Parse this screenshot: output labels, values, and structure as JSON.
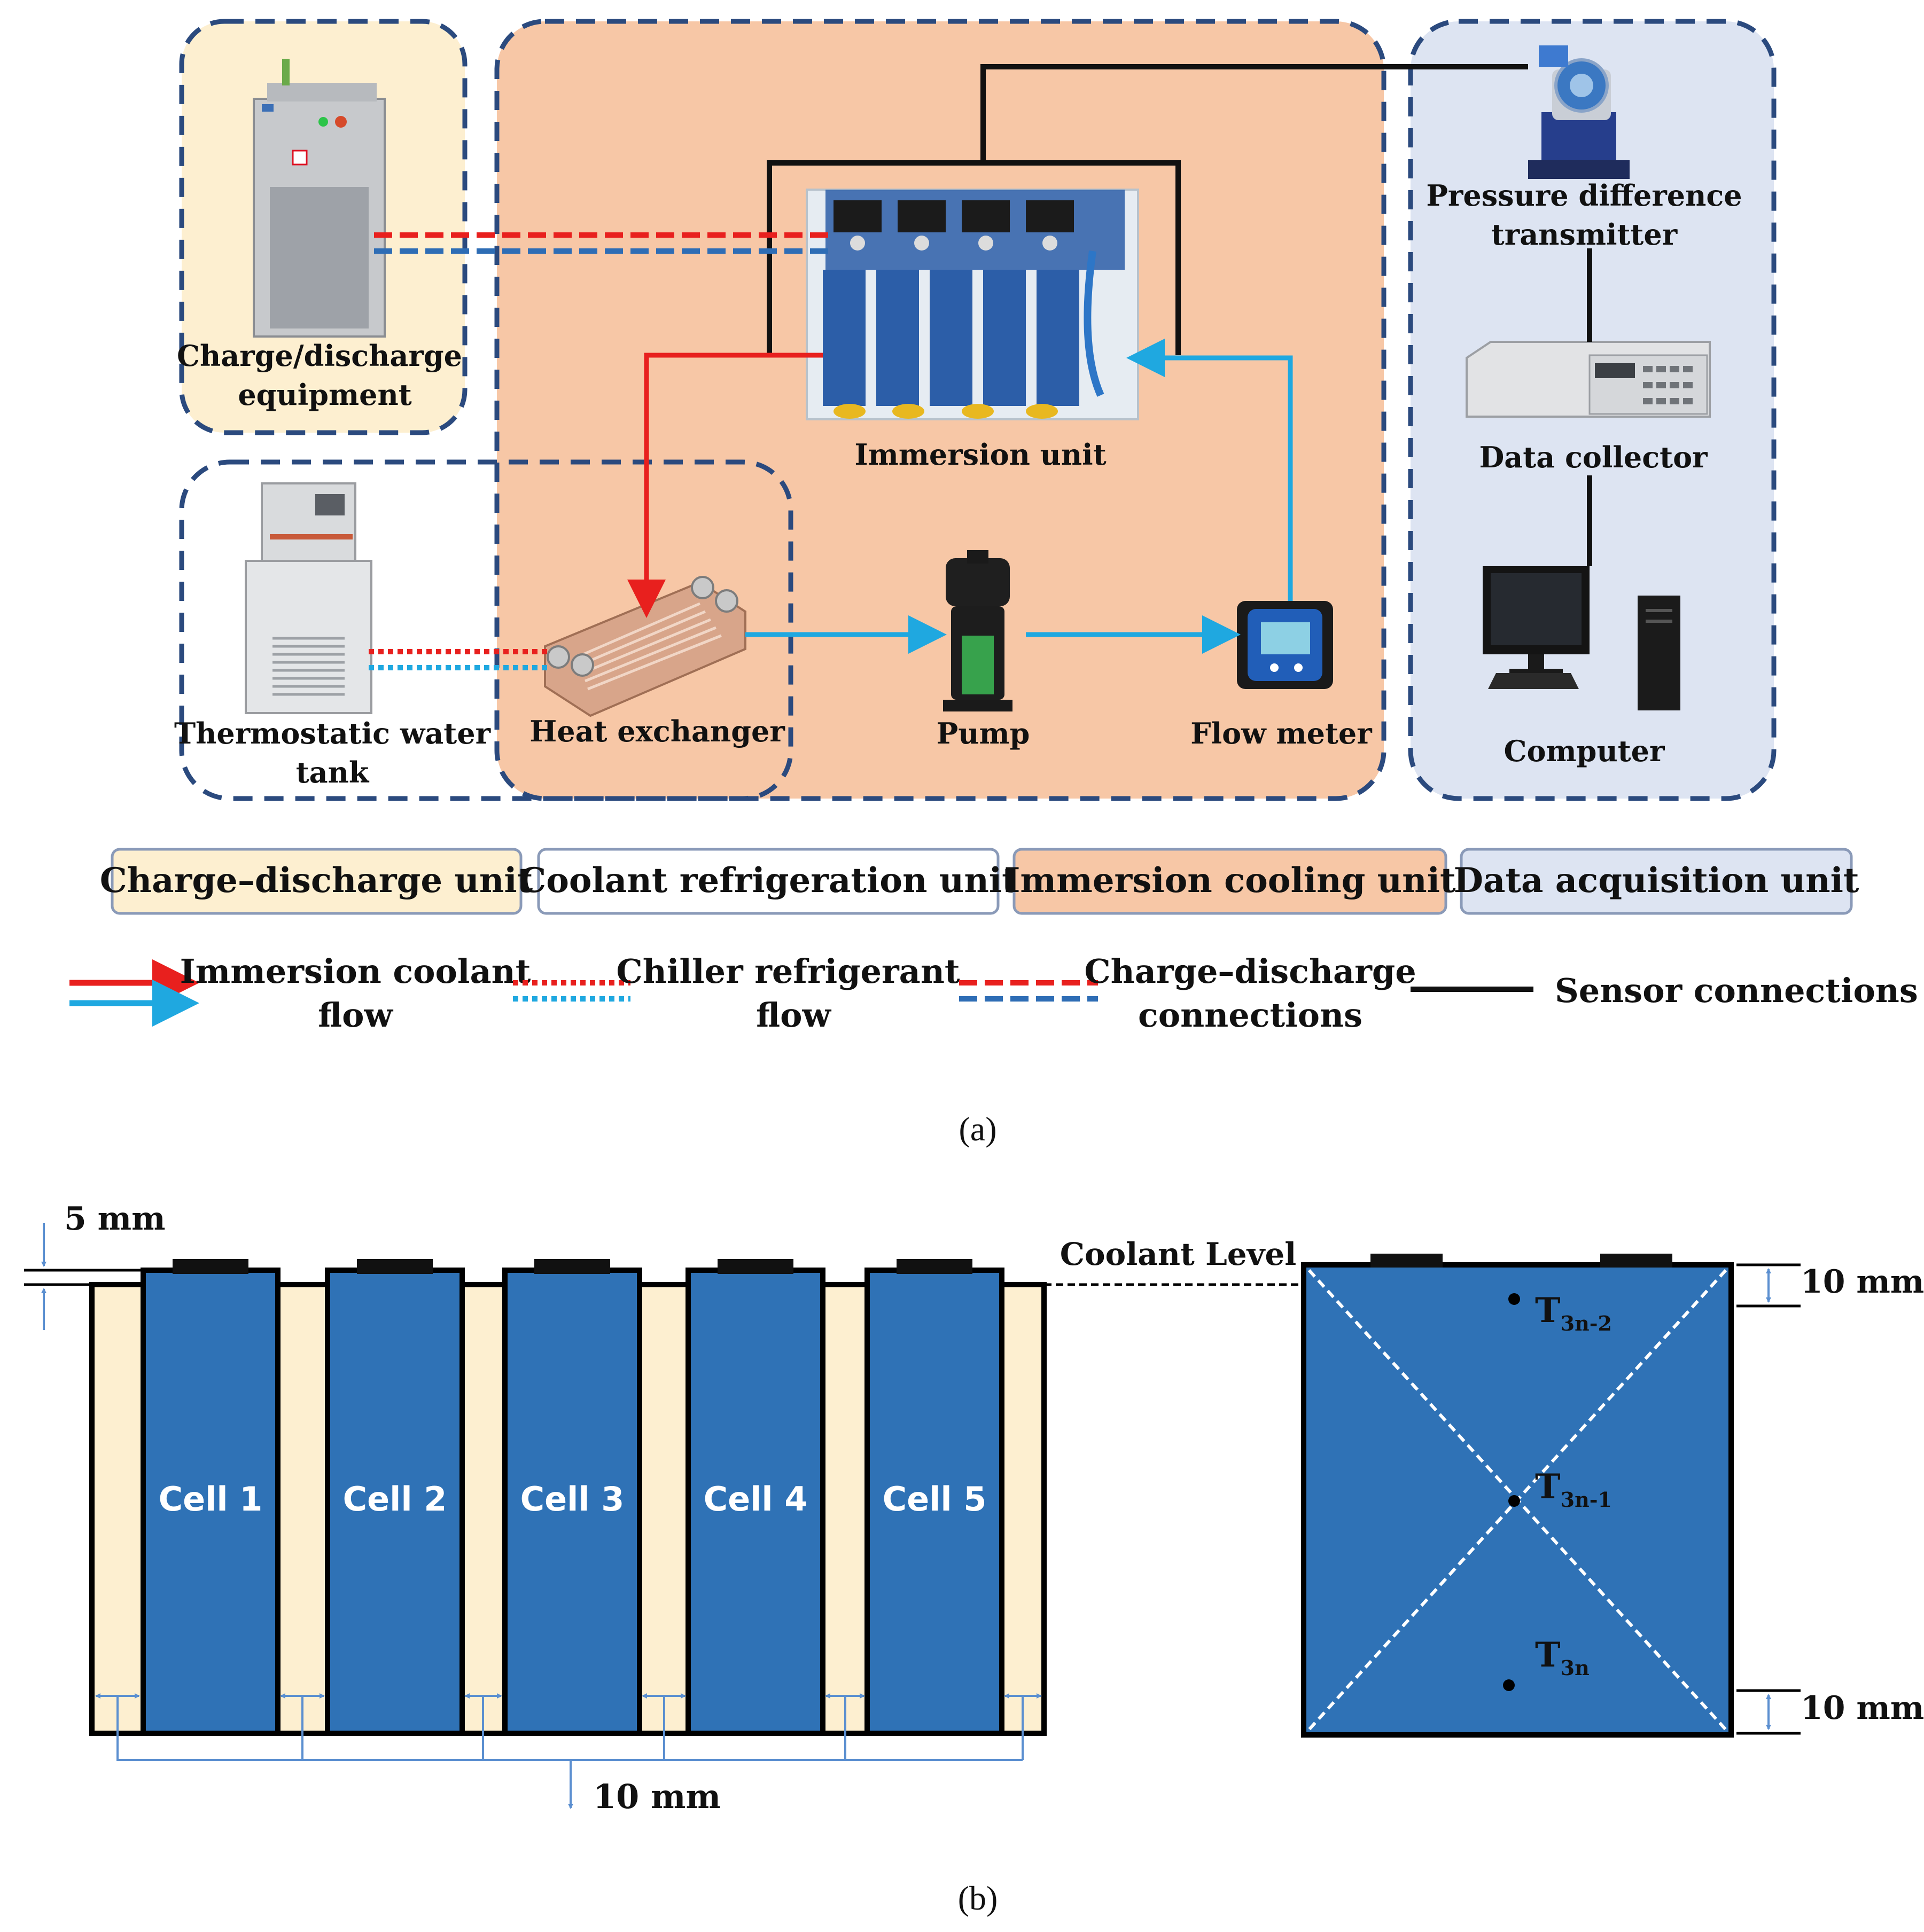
{
  "panel_a": {
    "units": {
      "charge": {
        "line1": "Charge/discharge",
        "line2": "equipment"
      },
      "immersion": "Immersion unit",
      "pressure": {
        "line1": "Pressure difference",
        "line2": "transmitter"
      },
      "collector": "Data collector",
      "computer": "Computer",
      "tank": {
        "line1": "Thermostatic water",
        "line2": "tank"
      },
      "heat_exchanger": "Heat exchanger",
      "pump": "Pump",
      "flow_meter": "Flow meter"
    },
    "unit_legend": [
      {
        "label": "Charge–discharge unit",
        "fill": "#fdefd0"
      },
      {
        "label": "Coolant refrigeration unit",
        "fill": "#ffffff"
      },
      {
        "label": "Immersion cooling unit",
        "fill": "#f7c7a6"
      },
      {
        "label": "Data acquisition unit",
        "fill": "#dde4f2"
      }
    ],
    "line_legend": [
      {
        "line1": "Immersion coolant",
        "line2": "flow"
      },
      {
        "line1": "Chiller refrigerant",
        "line2": "flow"
      },
      {
        "line1": "Charge–discharge",
        "line2": "connections"
      },
      {
        "line1": "Sensor connections",
        "line2": ""
      }
    ],
    "caption": "(a)"
  },
  "panel_b": {
    "top_dim": "5 mm",
    "coolant_level": "Coolant Level",
    "cells": [
      "Cell 1",
      "Cell 2",
      "Cell 3",
      "Cell 4",
      "Cell 5"
    ],
    "gap_dim": "10 mm",
    "right_dims": {
      "top": "10 mm",
      "bottom": "10 mm"
    },
    "sensors": [
      {
        "main": "T",
        "sub": "3n-2"
      },
      {
        "main": "T",
        "sub": "3n-1"
      },
      {
        "main": "T",
        "sub": "3n"
      }
    ],
    "caption": "(b)"
  },
  "colors": {
    "red": "#e8201e",
    "light_blue": "#1fa8e0",
    "dark_blue_dash": "#2e6db5",
    "frame_blue": "#2b4a7e",
    "cell_blue": "#2f72b6",
    "coolant": "#fdefd0",
    "immersion_bg": "#f7c7a6",
    "acquisition_bg": "#dde4f2"
  }
}
